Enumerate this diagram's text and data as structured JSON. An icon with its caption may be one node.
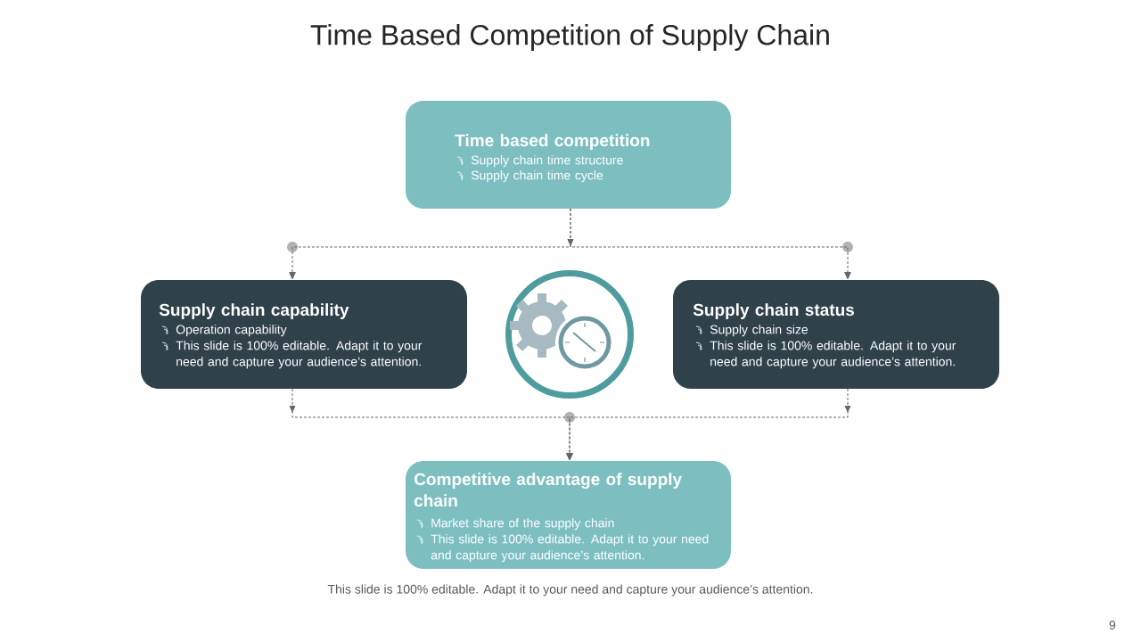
{
  "diagram": {
    "title": "Time Based Competition of Supply Chain",
    "nodes": [
      {
        "text": [
          "Time based competition",
          "Supply chain time structure",
          "Supply chain time cycle"
        ]
      },
      {
        "text": [
          "Supply chain capability",
          "Operation capability",
          "This slide is 100% editable. Adapt it to your need and capture your audience’s attention."
        ]
      },
      {
        "text": [],
        "shape": "circle"
      },
      {
        "text": [
          "Supply chain status",
          "Supply chain size",
          "This slide is 100% editable. Adapt it to your need and capture your audience’s attention."
        ]
      },
      {
        "text": [
          "Competitive advantage of supply chain",
          "Market share of the supply chain",
          "This slide is 100% editable. Adapt it to your need and capture your audience’s attention."
        ]
      }
    ],
    "edges": [
      {
        "from": 0,
        "to": 1,
        "arrow": "to",
        "style": "dashed"
      },
      {
        "from": 0,
        "to": 3,
        "arrow": "to",
        "style": "dashed"
      },
      {
        "from": 1,
        "to": 4,
        "arrow": "to",
        "style": "dashed"
      },
      {
        "from": 3,
        "to": 4,
        "arrow": "to",
        "style": "dashed"
      }
    ],
    "labels": [
      "This slide is 100% editable. Adapt it to your need and capture your audience’s attention.",
      "9"
    ]
  }
}
